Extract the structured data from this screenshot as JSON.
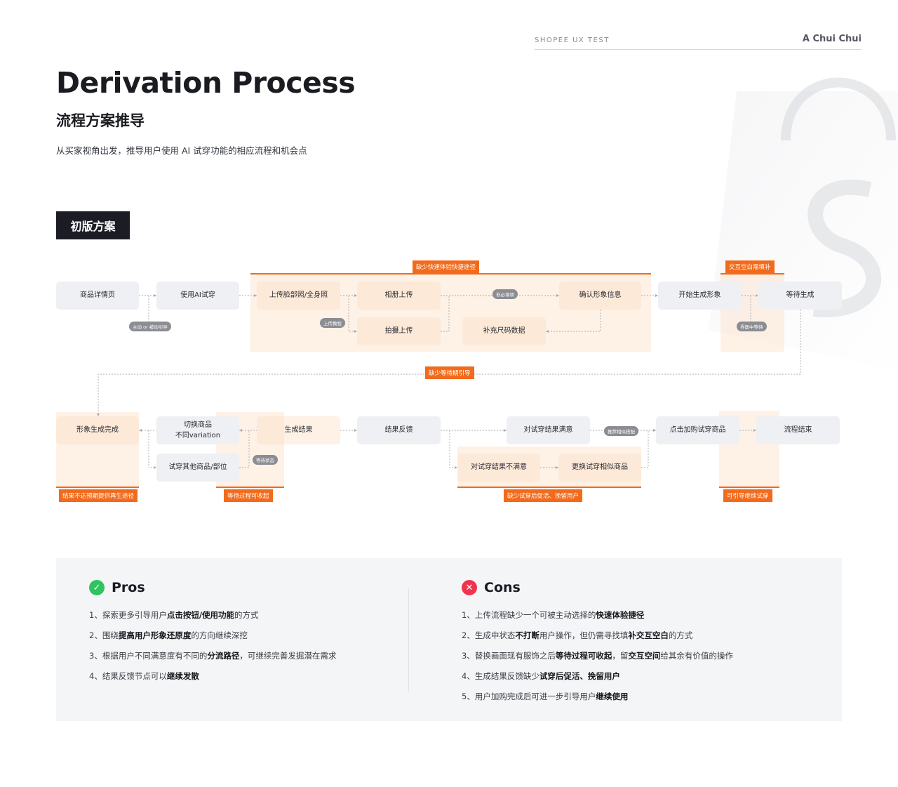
{
  "header": {
    "brand": "SHOPEE UX TEST",
    "author": "A Chui Chui"
  },
  "title": "Derivation Process",
  "subtitle": "流程方案推导",
  "description": "从买家视角出发，推导用户使用 AI 试穿功能的相应流程和机会点",
  "section_chip": "初版方案",
  "flow": {
    "nodes": {
      "product_detail": "商品详情页",
      "use_ai": "使用AI试穿",
      "upload_face": "上传脸部照/全身照",
      "album_upload": "相册上传",
      "photo_upload": "拍摄上传",
      "confirm_info": "确认形象信息",
      "size_data": "补充尺码数据",
      "start_gen": "开始生成形象",
      "waiting": "等待生成",
      "image_done": "形象生成完成",
      "switch_product": "切换商品\n不同variation",
      "try_other": "试穿其他商品/部位",
      "gen_result": "生成结果",
      "feedback": "结果反馈",
      "satisfied": "对试穿结果满意",
      "unsatisfied": "对试穿结果不满意",
      "replace_similar": "更换试穿相似商品",
      "add_cart": "点击加购试穿商品",
      "flow_end": "流程结束"
    },
    "pills": {
      "active_passive": "主动 or 被动引导",
      "upload_tutorial": "上传教程",
      "optional_fill": "非必填项",
      "ui_waiting": "界面中等待",
      "waiting_state": "等待状态",
      "recommend_match": "推荐相似搭配"
    },
    "opportunities": {
      "quick_path": "缺少快速体验快捷途径",
      "fill_gap": "交互空白需填补",
      "wait_guide": "缺少等待期引导",
      "regen_path": "结果不达预期提供再生途径",
      "collapsible": "等待过程可收起",
      "retain": "缺少试穿后促活、挽留用户",
      "continue_try": "可引导继续试穿"
    }
  },
  "pros": {
    "title": "Pros",
    "items": [
      {
        "pre": "1、探索更多引导用户",
        "bold": "点击按钮/使用功能",
        "post": "的方式"
      },
      {
        "pre": "2、围绕",
        "bold": "提高用户形象还原度",
        "post": "的方向继续深挖"
      },
      {
        "pre": "3、根据用户不同满意度有不同的",
        "bold": "分流路径",
        "post": "，可继续完善发掘潜在需求"
      },
      {
        "pre": "4、结果反馈节点可以",
        "bold": "继续发散",
        "post": ""
      }
    ]
  },
  "cons": {
    "title": "Cons",
    "items": [
      {
        "pre": "1、上传流程缺少一个可被主动选择的",
        "bold": "快速体验捷径",
        "post": "",
        "bold2": "",
        "post2": ""
      },
      {
        "pre": "2、生成中状态",
        "bold": "不打断",
        "post": "用户操作，但仍需寻找填",
        "bold2": "补交互空白",
        "post2": "的方式"
      },
      {
        "pre": "3、替换画面现有服饰之后",
        "bold": "等待过程可收起",
        "post": "，留",
        "bold2": "交互空间",
        "post2": "给其余有价值的操作"
      },
      {
        "pre": "4、生成结果反馈缺少",
        "bold": "试穿后促活、挽留用户",
        "post": "",
        "bold2": "",
        "post2": ""
      },
      {
        "pre": "5、用户加购完成后可进一步引导用户",
        "bold": "继续使用",
        "post": "",
        "bold2": "",
        "post2": ""
      }
    ]
  },
  "colors": {
    "accent": "#f26a1b",
    "highlight": "#fce1c8",
    "node": "#eff0f3",
    "pros_icon": "#2fc361",
    "cons_icon": "#f0334f"
  }
}
